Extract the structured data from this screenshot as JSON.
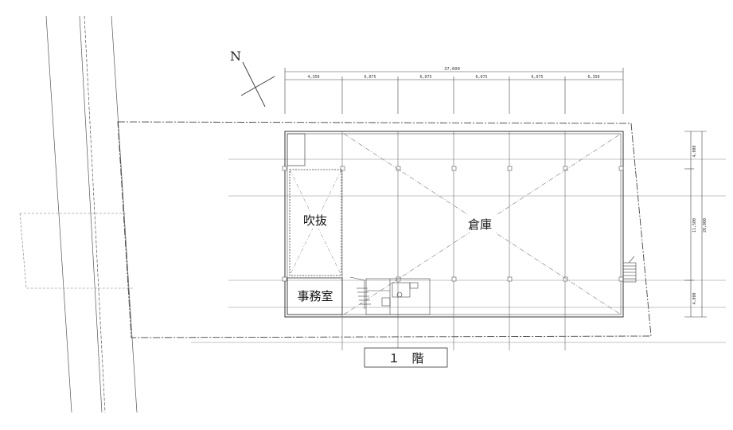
{
  "north_label": "N",
  "dimensions": {
    "total_width": "37,600",
    "spans": [
      "4,350",
      "6,075",
      "6,075",
      "6,075",
      "6,075",
      "6,350"
    ],
    "right_spans": [
      "4,000",
      "11,500",
      "4,000"
    ],
    "right_total": "20,000"
  },
  "rooms": {
    "atrium": "吹抜",
    "office": "事務室",
    "warehouse": "倉庫"
  },
  "floor_label": "１　階"
}
